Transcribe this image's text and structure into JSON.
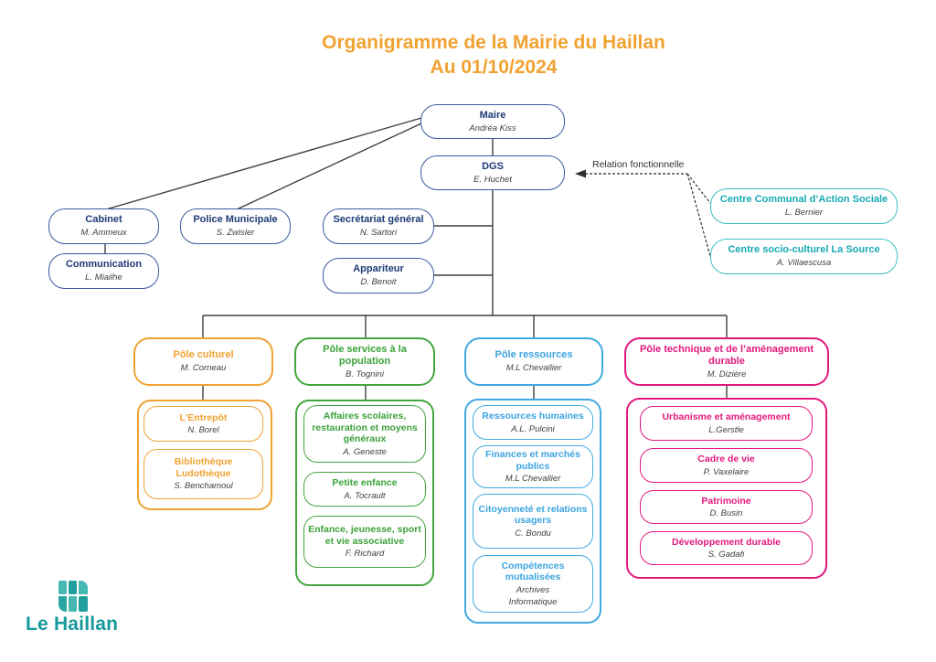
{
  "title": {
    "line1": "Organigramme de la Mairie du Haillan",
    "line2": "Au 01/10/2024"
  },
  "relation": {
    "label": "Relation fonctionnelle"
  },
  "direction": {
    "maire": {
      "title": "Maire",
      "name": "Andréa Kiss"
    },
    "dgs": {
      "title": "DGS",
      "name": "E. Huchet"
    },
    "cabinet": {
      "title": "Cabinet",
      "name": "M. Ammeux"
    },
    "communication": {
      "title": "Communication",
      "name": "L. Miailhe"
    },
    "police": {
      "title": "Police Municipale",
      "name": "S. Zwisler"
    },
    "secretariat": {
      "title": "Secrétariat général",
      "name": "N. Sartori"
    },
    "appariteur": {
      "title": "Appariteur",
      "name": "D. Benoit"
    }
  },
  "external": {
    "ccas": {
      "title": "Centre Communal d’Action Sociale",
      "name": "L. Bernier"
    },
    "la_source": {
      "title": "Centre socio-culturel La Source",
      "name": "A. Villaescusa"
    }
  },
  "poles": {
    "culturel": {
      "title": "Pôle culturel",
      "manager": "M. Corneau",
      "color": "#f0a232",
      "services": [
        {
          "title": "L’Entrepôt",
          "manager": "N. Borel"
        },
        {
          "title": "Bibliothèque Ludothèque",
          "manager": "S. Benchamoul"
        }
      ]
    },
    "services_population": {
      "title": "Pôle services à la population",
      "manager": "B. Tognini",
      "color": "#44a53f",
      "services": [
        {
          "title": "Affaires scolaires, restauration et moyens généraux",
          "manager": "A. Geneste"
        },
        {
          "title": "Petite enfance",
          "manager": "A. Tocrault"
        },
        {
          "title": "Enfance, jeunesse, sport et vie associative",
          "manager": "F. Richard"
        }
      ]
    },
    "ressources": {
      "title": "Pôle ressources",
      "manager": "M.L Chevallier",
      "color": "#41a9e1",
      "services": [
        {
          "title": "Ressources humaines",
          "manager": "A.L. Pulcini"
        },
        {
          "title": "Finances et marchés publics",
          "manager": "M.L Chevallier"
        },
        {
          "title": "Citoyenneté et relations usagers",
          "manager": "C. Bondu"
        },
        {
          "title": "Compétences mutualisées",
          "manager": "Archives",
          "manager2": "Informatique"
        }
      ]
    },
    "technique": {
      "title": "Pôle technique et de l’aménagement durable",
      "manager": "M. Dizière",
      "color": "#e2187d",
      "services": [
        {
          "title": "Urbanisme et aménagement",
          "manager": "L.Gerstle"
        },
        {
          "title": "Cadre de vie",
          "manager": "P. Vaxelaire"
        },
        {
          "title": "Patrimoine",
          "manager": "D. Busin"
        },
        {
          "title": "Développement durable",
          "manager": "S. Gadafi"
        }
      ]
    }
  },
  "logo": {
    "text": "Le Haillan"
  },
  "colors": {
    "title_orange": "#f0a232",
    "navy": "#3a5a9f",
    "teal": "#3cbfc5",
    "orange": "#f0a232",
    "green": "#44a53f",
    "blue": "#41a9e1",
    "pink": "#e2187d",
    "logo_teal": "#17999b",
    "line_gray": "#3f3f3f"
  }
}
